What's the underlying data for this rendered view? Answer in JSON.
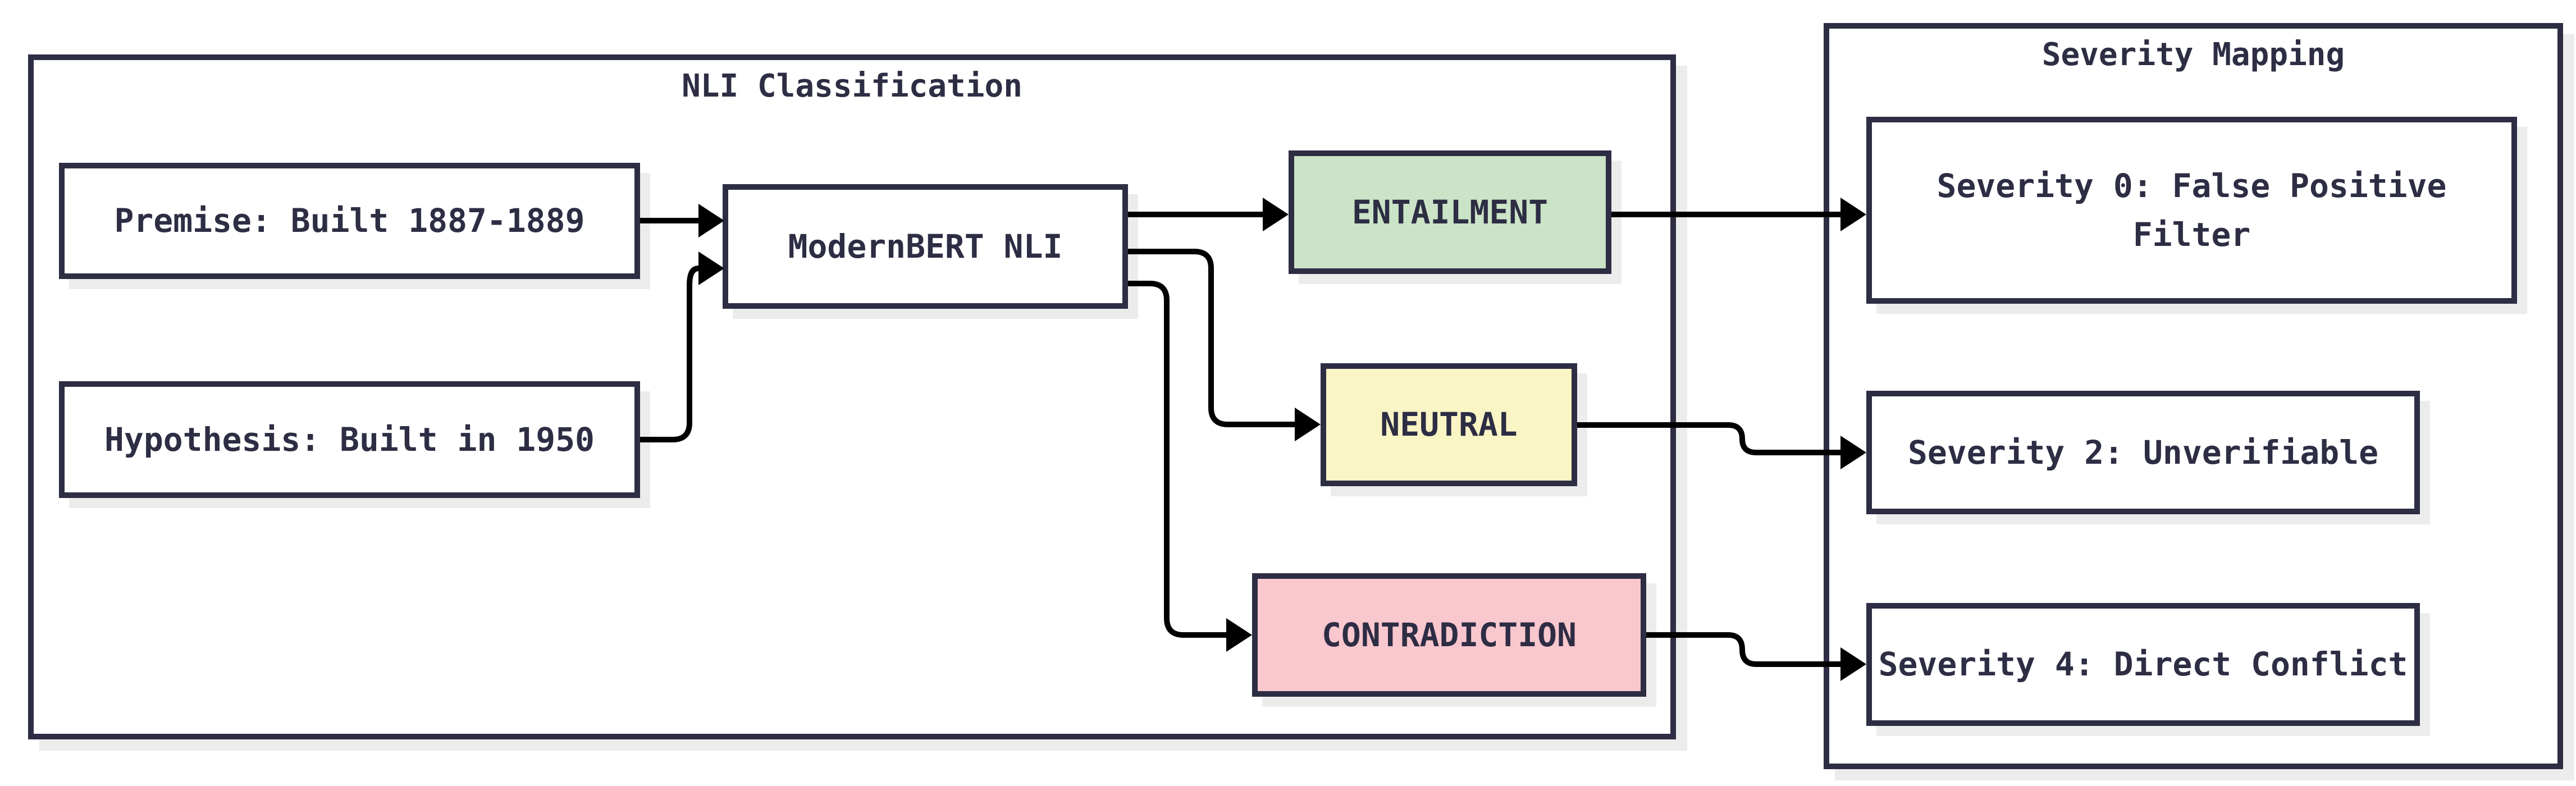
{
  "diagram": {
    "nli_panel": {
      "title": "NLI Classification",
      "nodes": {
        "premise": {
          "label": "Premise: Built 1887-1889",
          "fill": "#ffffff"
        },
        "hypothesis": {
          "label": "Hypothesis: Built in 1950",
          "fill": "#ffffff"
        },
        "model": {
          "label": "ModernBERT NLI",
          "fill": "#ffffff"
        },
        "entailment": {
          "label": "ENTAILMENT",
          "fill": "#cbe3c6"
        },
        "neutral": {
          "label": "NEUTRAL",
          "fill": "#faf5c5"
        },
        "contradiction": {
          "label": "CONTRADICTION",
          "fill": "#f9c7ce"
        }
      }
    },
    "severity_panel": {
      "title": "Severity Mapping",
      "nodes": {
        "severity0": {
          "label": "Severity 0: False Positive\nFilter",
          "fill": "#ffffff"
        },
        "severity2": {
          "label": "Severity 2: Unverifiable",
          "fill": "#ffffff"
        },
        "severity4": {
          "label": "Severity 4: Direct Conflict",
          "fill": "#ffffff"
        }
      }
    },
    "connections": [
      {
        "from": "premise",
        "to": "model"
      },
      {
        "from": "hypothesis",
        "to": "model"
      },
      {
        "from": "model",
        "to": "entailment"
      },
      {
        "from": "model",
        "to": "neutral"
      },
      {
        "from": "model",
        "to": "contradiction"
      },
      {
        "from": "entailment",
        "to": "severity0"
      },
      {
        "from": "neutral",
        "to": "severity2"
      },
      {
        "from": "contradiction",
        "to": "severity4"
      }
    ],
    "colors": {
      "background": "#ffffff",
      "border": "#2d2d44",
      "text": "#2d2d44",
      "arrow": "#000000",
      "shadow": "#ececec",
      "entailment_fill": "#cbe3c6",
      "neutral_fill": "#faf5c5",
      "contradiction_fill": "#f9c7ce"
    }
  }
}
